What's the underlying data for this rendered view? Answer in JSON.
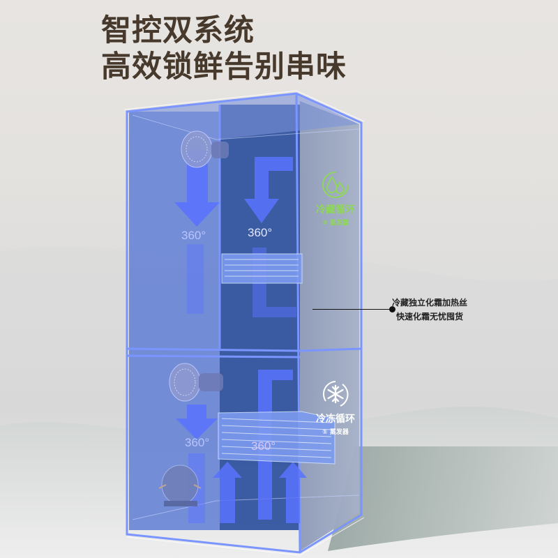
{
  "headline": {
    "line1": "智控双系统",
    "line2": "高效锁鲜告别串味",
    "color": "#473a2c"
  },
  "fridge_compartment": {
    "icon": "water-drops-icon",
    "title": "冷藏循环",
    "subtitle_marker": "②",
    "subtitle": "蒸发器",
    "accent_color": "#8fd65a"
  },
  "freezer_compartment": {
    "icon": "snowflake-icon",
    "title": "冷冻循环",
    "subtitle_marker": "①",
    "subtitle": "蒸发器",
    "accent_color": "#ffffff"
  },
  "airflow_labels": {
    "fridge_left": "360°",
    "fridge_right": "360°",
    "freezer_left": "360°",
    "freezer_right": "360°"
  },
  "callout": {
    "line1": "冷藏独立化霜加热丝",
    "line2": "快速化霜无忧囤货"
  },
  "colors": {
    "frame_blue": "#3f6cf0",
    "glass_blue": "#5f7ee0",
    "deep_blue": "#2d4f9c",
    "arrow_blue": "#4c68ff"
  }
}
